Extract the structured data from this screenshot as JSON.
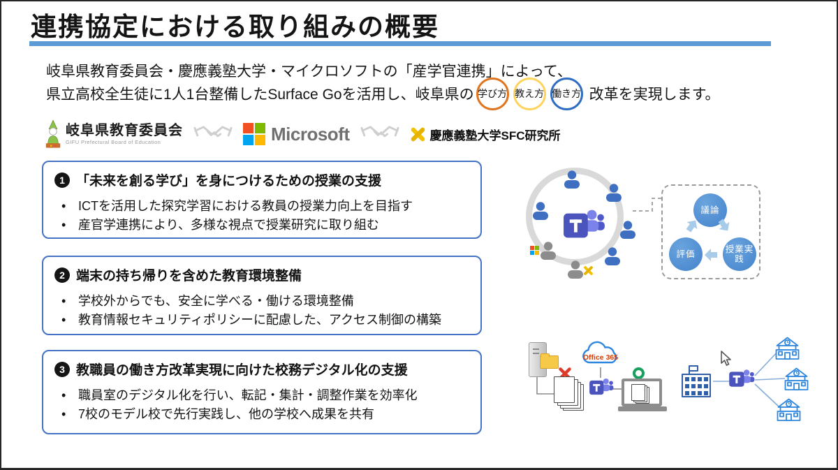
{
  "slide": {
    "title": "連携協定における取り組みの概要",
    "intro": {
      "line1": "岐阜県教育委員会・慶應義塾大学・マイクロソフトの「産学官連携」によって、",
      "line2_prefix": "県立高校全生徒に1人1台整備したSurface Goを活用し、岐阜県の",
      "reform_circles": [
        {
          "label": "学び方",
          "border_color": "#E0751F"
        },
        {
          "label": "教え方",
          "border_color": "#FFD45E"
        },
        {
          "label": "働き方",
          "border_color": "#2E6DC0"
        }
      ],
      "line2_suffix": "改革を実現します。"
    },
    "partners": {
      "gifu_board": {
        "name": "岐阜県教育委員会",
        "subtitle": "GIFU Prefectural Board of Education",
        "icon": "gifu-mascot-icon"
      },
      "handshake_icon": "handshake-icon",
      "microsoft": {
        "wordmark": "Microsoft",
        "icon": "microsoft-squares-icon"
      },
      "keio": {
        "name": "慶應義塾大学SFC研究所",
        "icon": "keio-x-icon"
      }
    },
    "initiatives": [
      {
        "number": "1",
        "heading": "「未来を創る学び」を身につけるための授業の支援",
        "bullets": [
          "ICTを活用した探究学習における教員の授業力向上を目指す",
          "産官学連携により、多様な視点で授業研究に取り組む"
        ]
      },
      {
        "number": "2",
        "heading": "端末の持ち帰りを含めた教育環境整備",
        "bullets": [
          "学校外からでも、安全に学べる・働ける環境整備",
          "教育情報セキュリティポリシーに配慮した、アクセス制御の構築"
        ]
      },
      {
        "number": "3",
        "heading": "教職員の働き方改革実現に向けた校務デジタル化の支援",
        "bullets": [
          "職員室のデジタル化を行い、転記・集計・調整作業を効率化",
          "7校のモデル校で先行実践し、他の学校へ成果を共有"
        ]
      }
    ],
    "diagrams": {
      "teacher_community": {
        "center_icon": "microsoft-teams-icon",
        "member_icon": "person-icon",
        "partner_icons": [
          "microsoft-squares-icon",
          "keio-x-icon"
        ],
        "cycle_steps": [
          "議論",
          "授業実践",
          "評価"
        ]
      },
      "digitization": {
        "cloud_label": "Office 365",
        "bad_mark_color": "#DD3A2A",
        "good_mark_color": "#17A05E"
      },
      "school_network": {
        "hub_icon": "board-building-icon",
        "center_icon": "microsoft-teams-icon",
        "school_icon": "school-icon",
        "school_count": 3
      }
    },
    "colors": {
      "title_rule": "#5B9BD5",
      "box_border": "#4472C4",
      "person_blue": "#3E6FC1",
      "person_gray": "#8C8C8C",
      "cycle_circle": "#4C8CD2"
    }
  }
}
